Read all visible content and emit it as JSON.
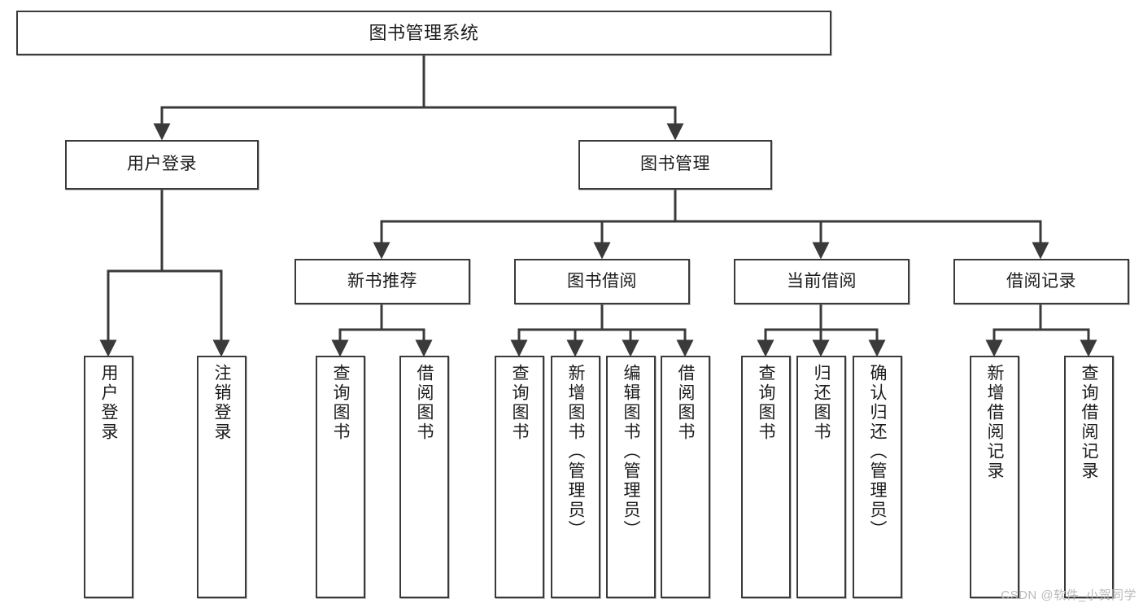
{
  "diagram": {
    "title": "图书管理系统",
    "type": "hierarchy-tree",
    "watermark": "CSDN @软件_小贺同学",
    "colors": {
      "box_border": "#3a3a3a",
      "box_fill": "#ffffff",
      "edge": "#3a3a3a",
      "text": "#1b1b1b",
      "watermark": "#b9b9b9"
    },
    "levels": [
      {
        "level": 1,
        "nodes": [
          {
            "id": "root",
            "label": "图书管理系统",
            "orientation": "horizontal"
          }
        ]
      },
      {
        "level": 2,
        "nodes": [
          {
            "id": "login",
            "label": "用户登录",
            "orientation": "horizontal",
            "parent": "root"
          },
          {
            "id": "bookmgmt",
            "label": "图书管理",
            "orientation": "horizontal",
            "parent": "root"
          }
        ]
      },
      {
        "level": 3,
        "nodes": [
          {
            "id": "newbook",
            "label": "新书推荐",
            "orientation": "horizontal",
            "parent": "bookmgmt"
          },
          {
            "id": "borrow",
            "label": "图书借阅",
            "orientation": "horizontal",
            "parent": "bookmgmt"
          },
          {
            "id": "current",
            "label": "当前借阅",
            "orientation": "horizontal",
            "parent": "bookmgmt"
          },
          {
            "id": "record",
            "label": "借阅记录",
            "orientation": "horizontal",
            "parent": "bookmgmt"
          }
        ]
      },
      {
        "level": 4,
        "nodes": [
          {
            "id": "leaf1",
            "label": "用户登录",
            "orientation": "vertical",
            "parent": "login"
          },
          {
            "id": "leaf2",
            "label": "注销登录",
            "orientation": "vertical",
            "parent": "login"
          },
          {
            "id": "leaf3",
            "label": "查询图书",
            "orientation": "vertical",
            "parent": "newbook"
          },
          {
            "id": "leaf4",
            "label": "借阅图书",
            "orientation": "vertical",
            "parent": "newbook"
          },
          {
            "id": "leaf5",
            "label": "查询图书",
            "orientation": "vertical",
            "parent": "borrow"
          },
          {
            "id": "leaf6",
            "label": "新增图书（管理员）",
            "orientation": "vertical",
            "parent": "borrow"
          },
          {
            "id": "leaf7",
            "label": "编辑图书（管理员）",
            "orientation": "vertical",
            "parent": "borrow"
          },
          {
            "id": "leaf8",
            "label": "借阅图书",
            "orientation": "vertical",
            "parent": "borrow"
          },
          {
            "id": "leaf9",
            "label": "查询图书",
            "orientation": "vertical",
            "parent": "current"
          },
          {
            "id": "leaf10",
            "label": "归还图书",
            "orientation": "vertical",
            "parent": "current"
          },
          {
            "id": "leaf11",
            "label": "确认归还（管理员）",
            "orientation": "vertical",
            "parent": "current"
          },
          {
            "id": "leaf12",
            "label": "新增借阅记录",
            "orientation": "vertical",
            "parent": "record"
          },
          {
            "id": "leaf13",
            "label": "查询借阅记录",
            "orientation": "vertical",
            "parent": "record"
          }
        ]
      }
    ]
  }
}
